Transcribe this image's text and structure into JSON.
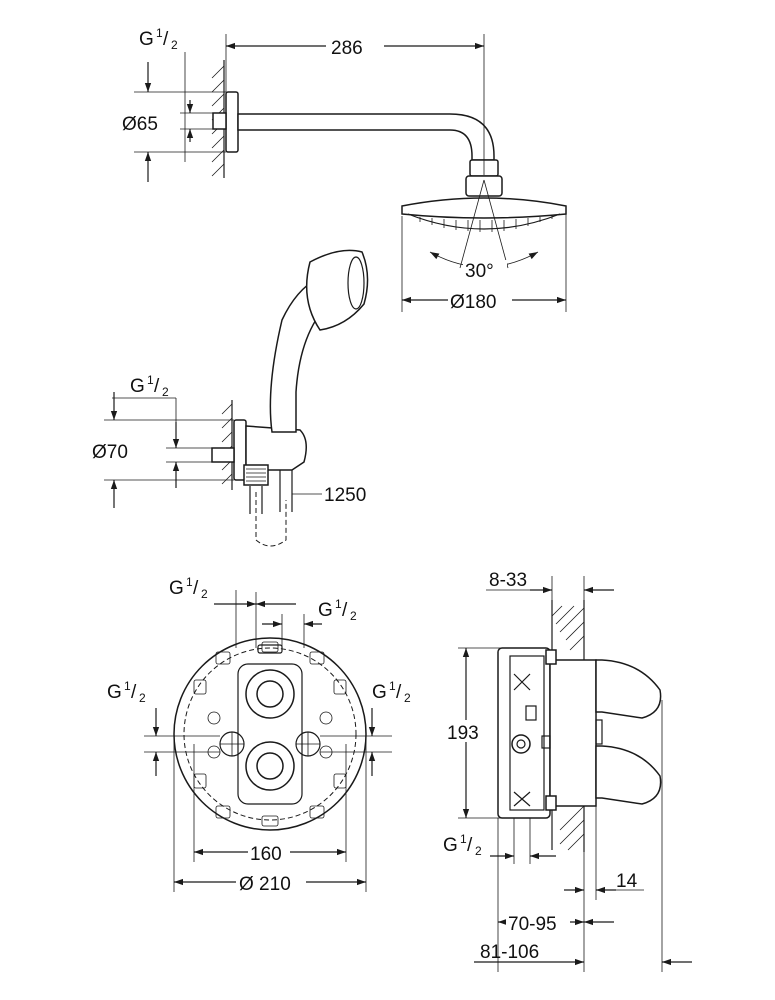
{
  "colors": {
    "ink": "#1a1a1a",
    "background": "#ffffff"
  },
  "shower_arm": {
    "thread": "G",
    "thread_num": "1",
    "thread_den": "2",
    "length": "286",
    "flange_diameter": "Ø65"
  },
  "head_shower": {
    "tilt_angle": "30°",
    "diameter": "Ø180"
  },
  "hand_shower": {
    "thread": "G",
    "thread_num": "1",
    "thread_den": "2",
    "elbow_diameter": "Ø70",
    "hose_length": "1250"
  },
  "body_front": {
    "thread_top_left": "G",
    "thread_top_left_num": "1",
    "thread_top_left_den": "2",
    "thread_top_right": "G",
    "thread_top_right_num": "1",
    "thread_top_right_den": "2",
    "thread_left": "G",
    "thread_left_num": "1",
    "thread_left_den": "2",
    "thread_right": "G",
    "thread_right_num": "1",
    "thread_right_den": "2",
    "hole_spacing": "160",
    "diameter": "Ø 210"
  },
  "body_side": {
    "wall_thickness": "8-33",
    "height": "193",
    "thread": "G",
    "thread_num": "1",
    "thread_den": "2",
    "handle_projection": "14",
    "install_depth": "70-95",
    "total_depth": "81-106"
  }
}
